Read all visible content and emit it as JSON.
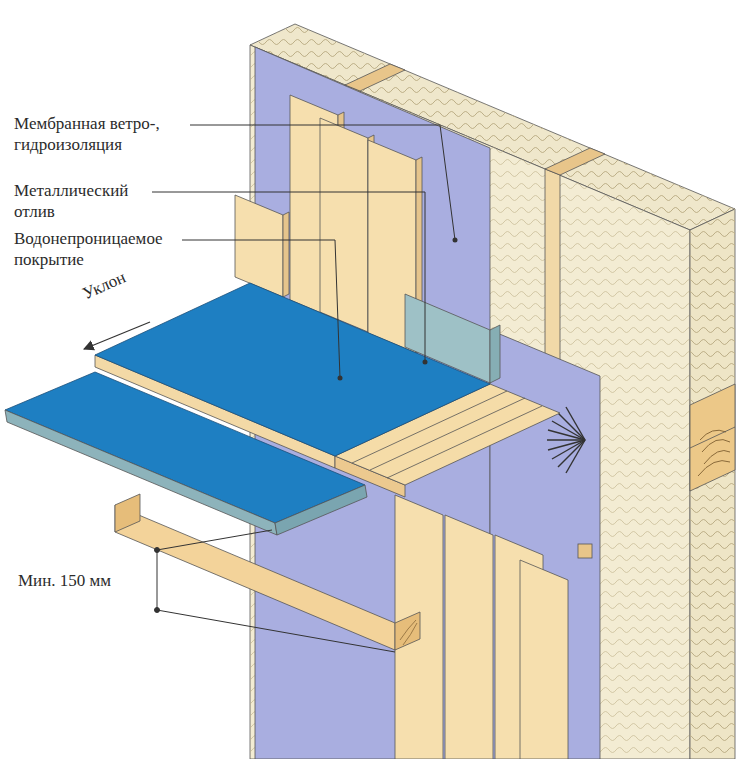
{
  "diagram": {
    "labels": [
      "Мембранная ветро-, гидроизоляция",
      "Металлический отлив",
      "Водонепроницаемое покрытие",
      "Уклон",
      "Мин. 150 мм"
    ]
  }
}
